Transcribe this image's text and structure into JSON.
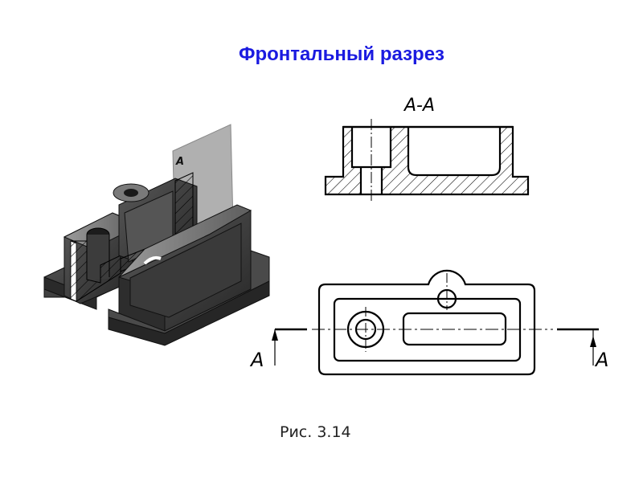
{
  "title": "Фронтальный разрез",
  "figure_caption": "Рис. 3.14",
  "section_label": "А-А",
  "cut_label_left": "А",
  "cut_label_right": "А",
  "plane_label": "А",
  "colors": {
    "title": "#1a1ae0",
    "line": "#000000",
    "part_dark": "#3a3a3a",
    "plane": "#a8a8a8"
  }
}
